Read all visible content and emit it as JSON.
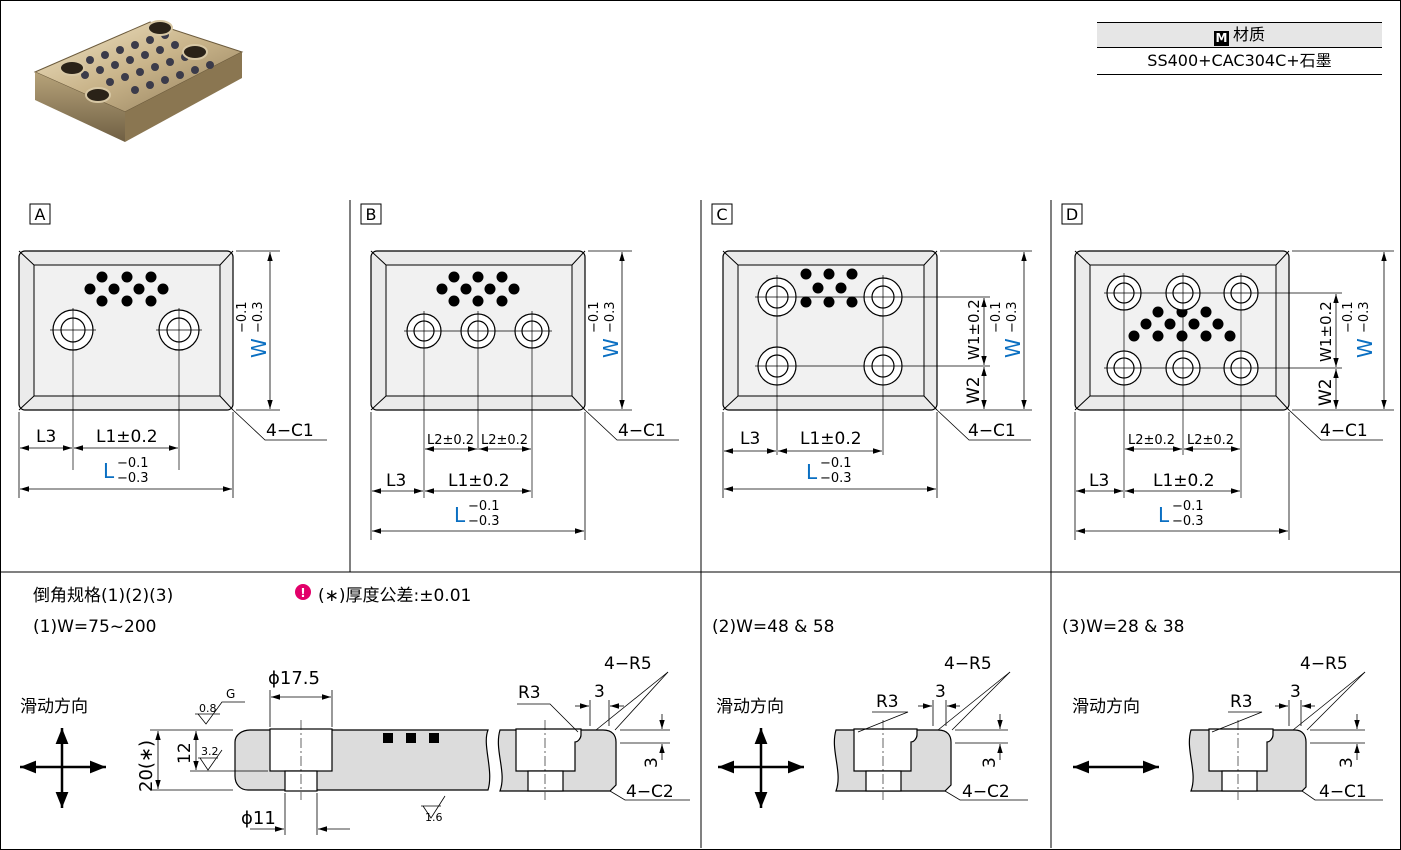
{
  "material": {
    "badge": "M",
    "header": "材质",
    "value": "SS400+CAC304C+石墨"
  },
  "variants": [
    {
      "code": "A",
      "w_dim": "W",
      "w_tol_upper": "−0.1",
      "w_tol_lower": "−0.3",
      "l_dim": "L",
      "l_tol_upper": "−0.1",
      "l_tol_lower": "−0.3",
      "chamfer": "4−C1",
      "l3": "L3",
      "l1": "L1±0.2"
    },
    {
      "code": "B",
      "w_dim": "W",
      "w_tol_upper": "−0.1",
      "w_tol_lower": "−0.3",
      "l_dim": "L",
      "l_tol_upper": "−0.1",
      "l_tol_lower": "−0.3",
      "chamfer": "4−C1",
      "l3": "L3",
      "l1": "L1±0.2",
      "l2": "L2±0.2"
    },
    {
      "code": "C",
      "w_dim": "W",
      "w_tol_upper": "−0.1",
      "w_tol_lower": "−0.3",
      "l_dim": "L",
      "l_tol_upper": "−0.1",
      "l_tol_lower": "−0.3",
      "chamfer": "4−C1",
      "l3": "L3",
      "l1": "L1±0.2",
      "w1": "W1±0.2",
      "w2": "W2"
    },
    {
      "code": "D",
      "w_dim": "W",
      "w_tol_upper": "−0.1",
      "w_tol_lower": "−0.3",
      "l_dim": "L",
      "l_tol_upper": "−0.1",
      "l_tol_lower": "−0.3",
      "chamfer": "4−C1",
      "l3": "L3",
      "l1": "L1±0.2",
      "l2": "L2±0.2",
      "w1": "W1±0.2",
      "w2": "W2"
    }
  ],
  "chamfer_spec": {
    "title": "倒角规格(1)(2)(3)",
    "note": "(∗)厚度公差:±0.01",
    "sliding_label": "滑动方向",
    "section1": {
      "title": "(1)W=75~200",
      "phi_top": "ϕ17.5",
      "phi_bottom": "ϕ11",
      "height": "20(∗)",
      "depth": "12",
      "rough1": "0.8",
      "rough_g": "G",
      "rough2": "3.2",
      "rough3": "1.6",
      "r3": "R3",
      "r5": "4−R5",
      "dim3a": "3",
      "dim3b": "3",
      "chamfer": "4−C2"
    },
    "section2": {
      "title": "(2)W=48 & 58",
      "r3": "R3",
      "r5": "4−R5",
      "dim3a": "3",
      "dim3b": "3",
      "chamfer": "4−C2"
    },
    "section3": {
      "title": "(3)W=28 & 38",
      "r3": "R3",
      "r5": "4−R5",
      "dim3a": "3",
      "dim3b": "3",
      "chamfer": "4−C1"
    }
  },
  "colors": {
    "accent_blue": "#0a6fc2",
    "note_icon": "#e2006a",
    "plate_fill": "#ebebeb",
    "section_fill": "#dcdcdc"
  }
}
